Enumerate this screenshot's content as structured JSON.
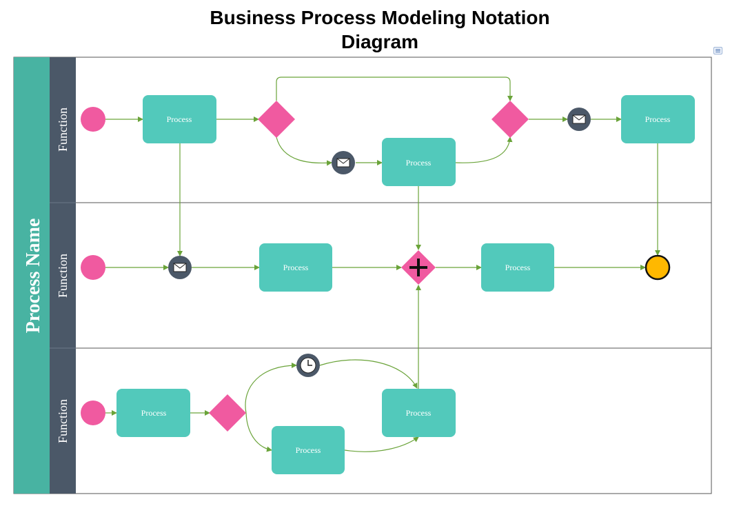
{
  "title": {
    "line1": "Business Process Modeling Notation",
    "line2": "Diagram"
  },
  "pool": {
    "name": "Process Name"
  },
  "lanes": [
    {
      "label": "Function"
    },
    {
      "label": "Function"
    },
    {
      "label": "Function"
    }
  ],
  "processes": [
    {
      "label": "Process"
    },
    {
      "label": "Process"
    },
    {
      "label": "Process"
    },
    {
      "label": "Process"
    },
    {
      "label": "Process"
    },
    {
      "label": "Process"
    },
    {
      "label": "Process"
    },
    {
      "label": "Process"
    }
  ],
  "colors": {
    "pool": "#48b3a2",
    "lane_header": "#4b5868",
    "process": "#52c9bb",
    "gateway": "#f05aa0",
    "start_event": "#f05aa0",
    "end_event": "#ffb800",
    "message_event": "#4b5868",
    "connector": "#6aa339"
  }
}
